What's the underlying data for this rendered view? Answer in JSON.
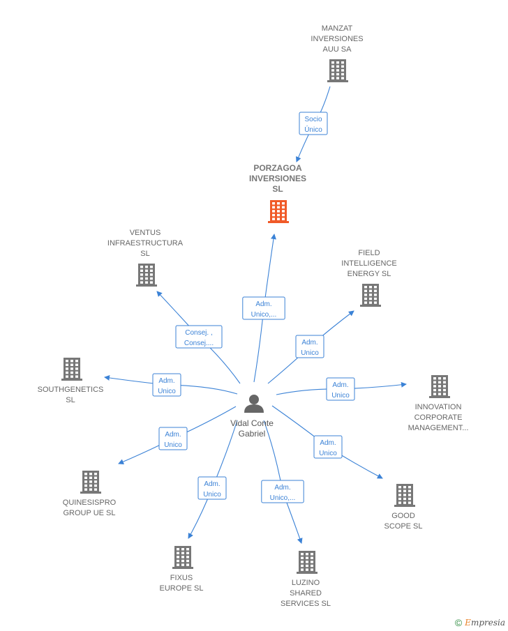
{
  "center": {
    "name_lines": [
      "Vidal Conte",
      "Gabriel"
    ]
  },
  "nodes": [
    {
      "id": "manzat",
      "lines": [
        "MANZAT",
        "INVERSIONES",
        "AUU SA"
      ],
      "highlight": false
    },
    {
      "id": "porzagoa",
      "lines": [
        "PORZAGOA",
        "INVERSIONES",
        "SL"
      ],
      "highlight": true
    },
    {
      "id": "ventus",
      "lines": [
        "VENTUS",
        "INFRAESTRUCTURA",
        "SL"
      ],
      "highlight": false
    },
    {
      "id": "field",
      "lines": [
        "FIELD",
        "INTELLIGENCE",
        "ENERGY  SL"
      ],
      "highlight": false
    },
    {
      "id": "southgenetics",
      "lines": [
        "SOUTHGENETICS",
        "SL"
      ],
      "highlight": false
    },
    {
      "id": "innovation",
      "lines": [
        "INNOVATION",
        "CORPORATE",
        "MANAGEMENT..."
      ],
      "highlight": false
    },
    {
      "id": "quinesispro",
      "lines": [
        "QUINESISPRO",
        "GROUP UE  SL"
      ],
      "highlight": false
    },
    {
      "id": "good",
      "lines": [
        "GOOD",
        "SCOPE  SL"
      ],
      "highlight": false
    },
    {
      "id": "fixus",
      "lines": [
        "FIXUS",
        "EUROPE  SL"
      ],
      "highlight": false
    },
    {
      "id": "luzino",
      "lines": [
        "LUZINO",
        "SHARED",
        "SERVICES  SL"
      ],
      "highlight": false
    }
  ],
  "edges": [
    {
      "from": "manzat",
      "to": "porzagoa",
      "label": [
        "Socio",
        "Único"
      ]
    },
    {
      "from": "center",
      "to": "porzagoa",
      "label": [
        "Adm.",
        "Unico,..."
      ]
    },
    {
      "from": "center",
      "to": "ventus",
      "label": [
        "Consej. ,",
        "Consej...."
      ]
    },
    {
      "from": "center",
      "to": "field",
      "label": [
        "Adm.",
        "Unico"
      ]
    },
    {
      "from": "center",
      "to": "southgenetics",
      "label": [
        "Adm.",
        "Unico"
      ]
    },
    {
      "from": "center",
      "to": "innovation",
      "label": [
        "Adm.",
        "Unico"
      ]
    },
    {
      "from": "center",
      "to": "quinesispro",
      "label": [
        "Adm.",
        "Unico"
      ]
    },
    {
      "from": "center",
      "to": "good",
      "label": [
        "Adm.",
        "Unico"
      ]
    },
    {
      "from": "center",
      "to": "fixus",
      "label": [
        "Adm.",
        "Unico"
      ]
    },
    {
      "from": "center",
      "to": "luzino",
      "label": [
        "Adm.",
        "Unico,..."
      ]
    }
  ],
  "colors": {
    "edge": "#3b82d6",
    "building": "#777777",
    "highlight": "#f05a28",
    "person": "#666666"
  },
  "footer": {
    "copyright": "©",
    "brand_first": "E",
    "brand_rest": "mpresia"
  }
}
